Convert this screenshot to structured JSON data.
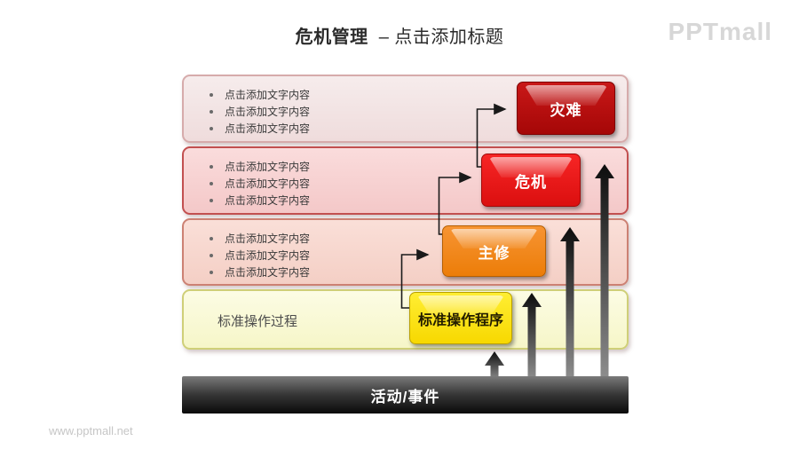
{
  "title": {
    "bold": "危机管理",
    "rest": "– 点击添加标题"
  },
  "brand": {
    "logo": "PPTmall",
    "watermark": "www.pptmall.net"
  },
  "bands": [
    {
      "name": "disaster",
      "bullets": [
        "点击添加文字内容",
        "点击添加文字内容",
        "点击添加文字内容"
      ],
      "button": "灾难"
    },
    {
      "name": "crisis",
      "bullets": [
        "点击添加文字内容",
        "点击添加文字内容",
        "点击添加文字内容"
      ],
      "button": "危机"
    },
    {
      "name": "repair",
      "bullets": [
        "点击添加文字内容",
        "点击添加文字内容",
        "点击添加文字内容"
      ],
      "button": "主修"
    },
    {
      "name": "sop",
      "label": "标准操作过程",
      "button": "标准操作程序"
    }
  ],
  "base": {
    "label": "活动/事件"
  },
  "colors": {
    "disaster_button": "#a50707",
    "crisis_button": "#db0f0f",
    "repair_button": "#ec7d08",
    "sop_button": "#f7d800",
    "band_pink_light": "#f6ecec",
    "band_pink": "#fadcdc",
    "band_salmon": "#fadfd8",
    "band_yellow": "#fcfce4",
    "band_border_red": "#c25050",
    "event_bar": "#0a0a0a",
    "logo_gray": "#d7d7d7"
  }
}
